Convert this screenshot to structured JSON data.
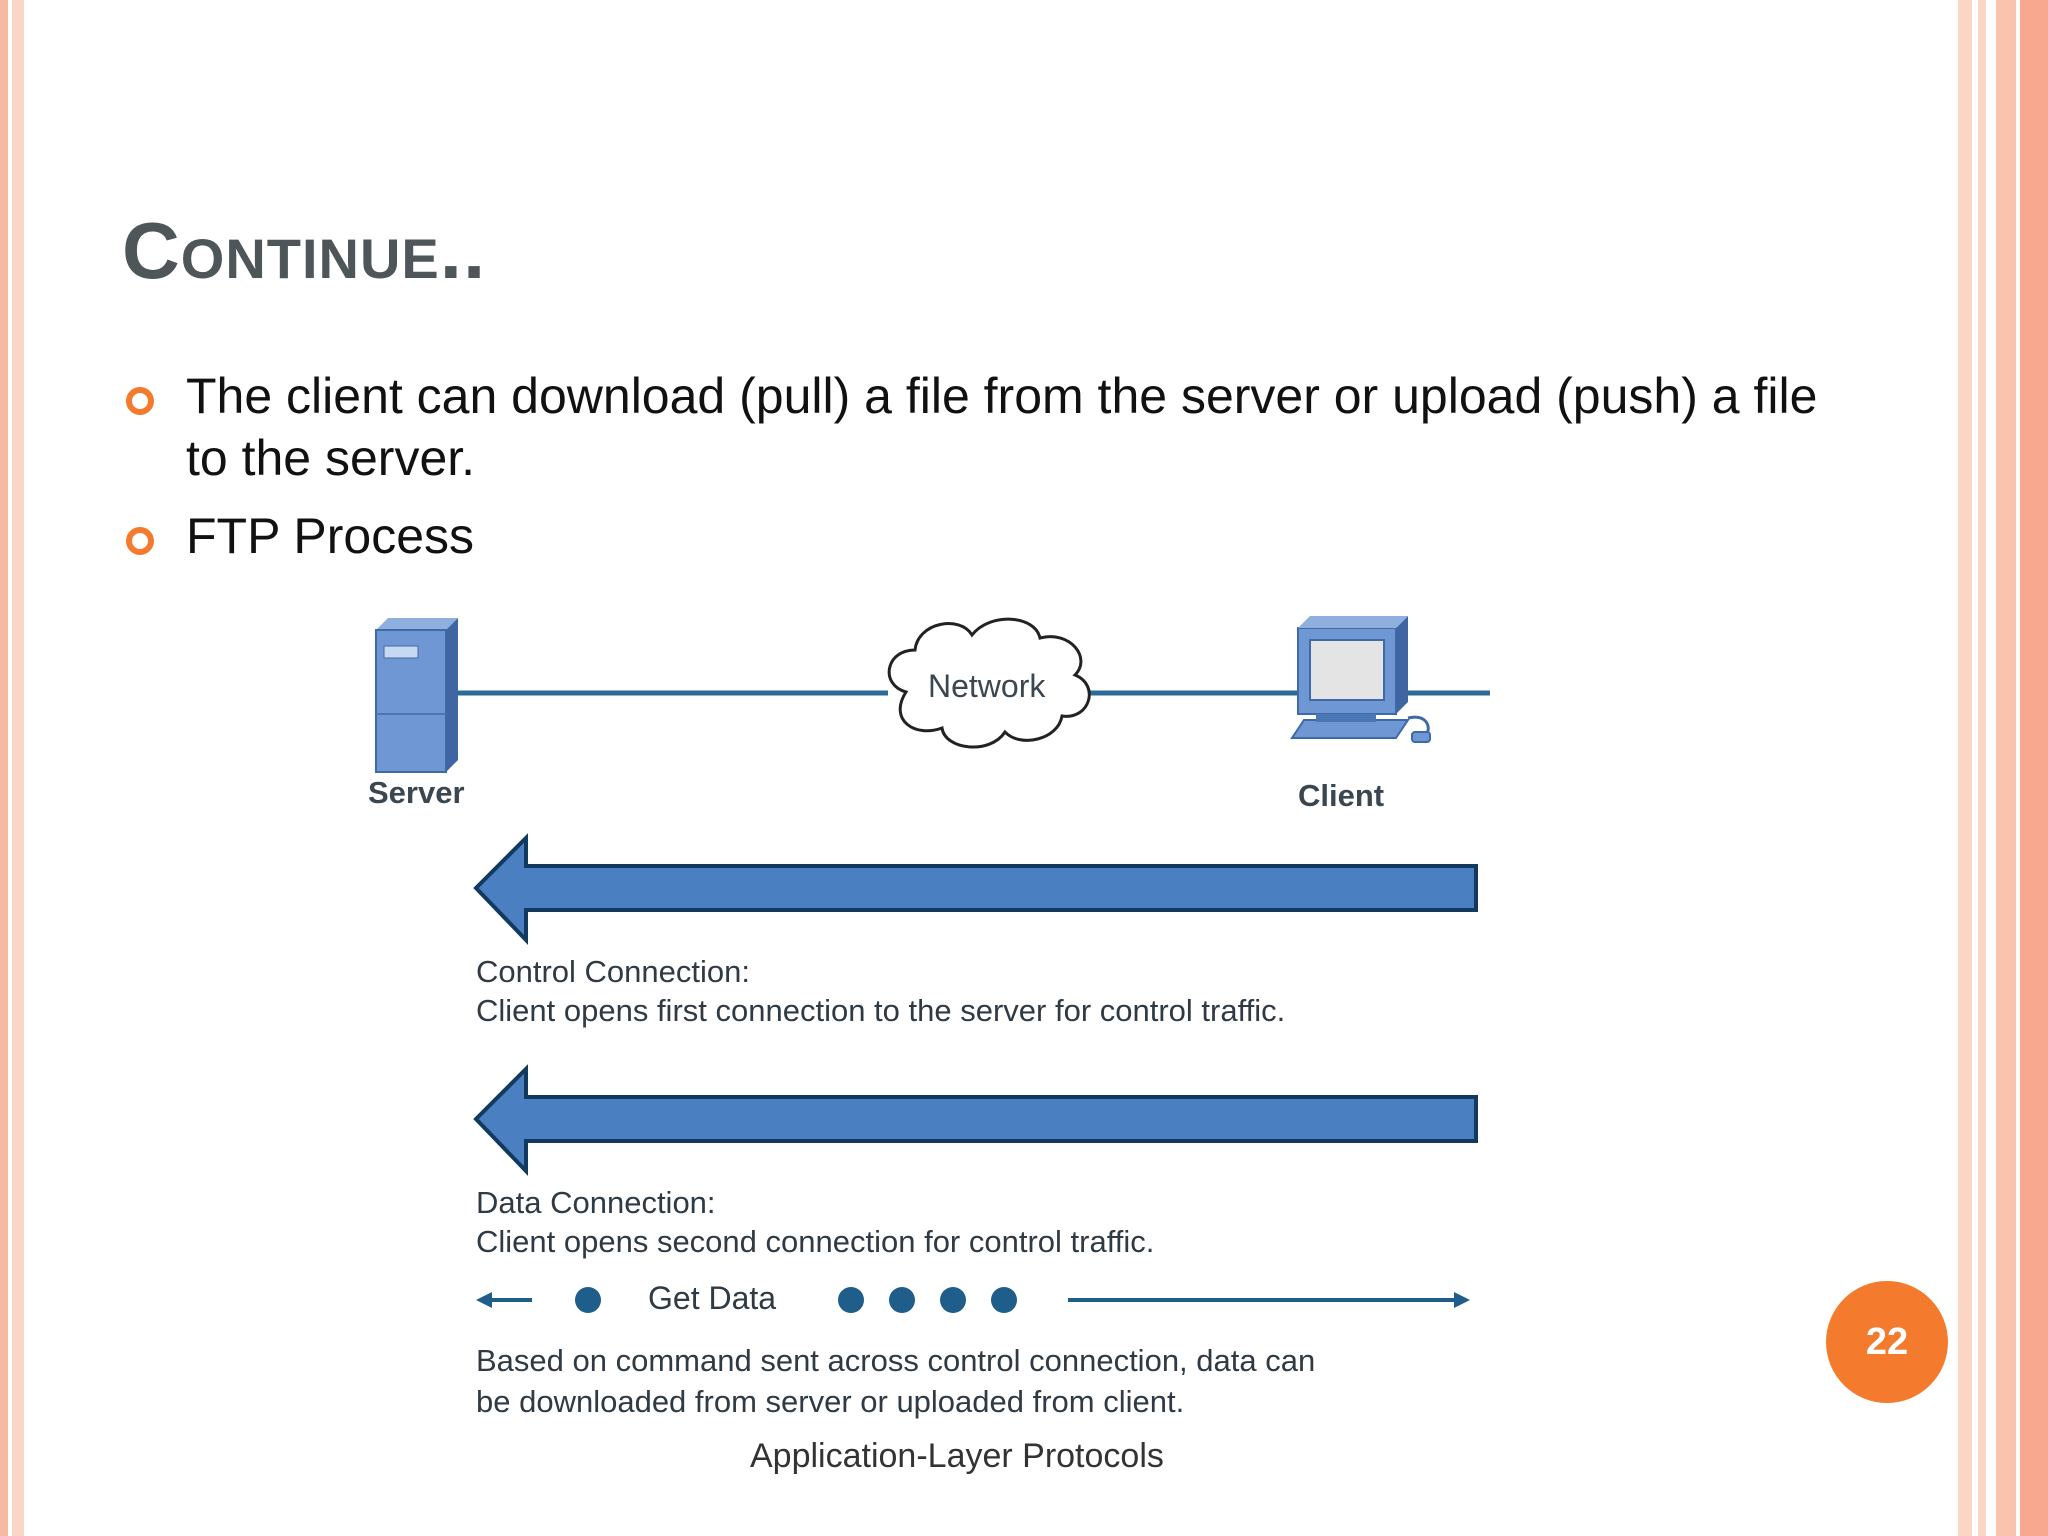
{
  "slide": {
    "title": "Continue..",
    "bullets": [
      "The client can download (pull) a file from the server or upload (push) a file to the server.",
      "FTP Process"
    ],
    "caption": "Application-Layer Protocols",
    "page_number": "22"
  },
  "diagram": {
    "server_label": "Server",
    "client_label": "Client",
    "network_label": "Network",
    "control_title": "Control Connection:",
    "control_desc": "Client opens first connection to the server for control traffic.",
    "data_title": "Data Connection:",
    "data_desc": "Client opens second connection for control traffic.",
    "get_data_label": "Get Data",
    "note_line1": "Based on command sent across control connection, data can",
    "note_line2": "be downloaded from server or uploaded from client."
  },
  "colors": {
    "accent": "#f47b2d",
    "arrow_blue": "#4a7fc1",
    "title_gray": "#4e5659"
  }
}
